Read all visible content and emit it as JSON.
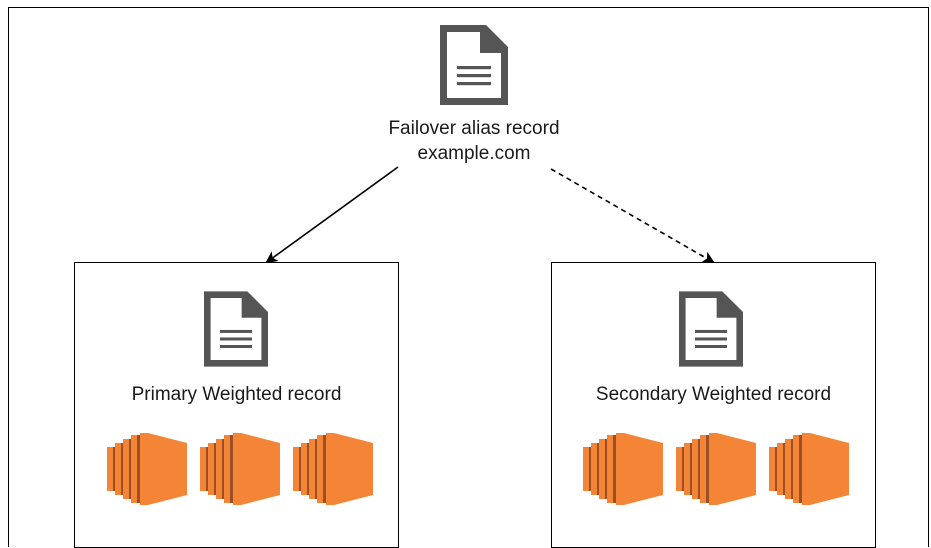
{
  "diagram": {
    "root": {
      "icon": "document-icon",
      "label_line1": "Failover alias record",
      "label_line2": "example.com"
    },
    "primary": {
      "icon": "document-icon",
      "label": "Primary Weighted record",
      "instances": [
        "ec2-instance-icon",
        "ec2-instance-icon",
        "ec2-instance-icon"
      ]
    },
    "secondary": {
      "icon": "document-icon",
      "label": "Secondary Weighted record",
      "instances": [
        "ec2-instance-icon",
        "ec2-instance-icon",
        "ec2-instance-icon"
      ]
    },
    "edges": [
      {
        "from": "root",
        "to": "primary",
        "style": "solid"
      },
      {
        "from": "root",
        "to": "secondary",
        "style": "dashed"
      }
    ],
    "colors": {
      "icon_gray": "#555555",
      "ec2_orange": "#F58536",
      "ec2_dark": "#9D5025"
    }
  }
}
